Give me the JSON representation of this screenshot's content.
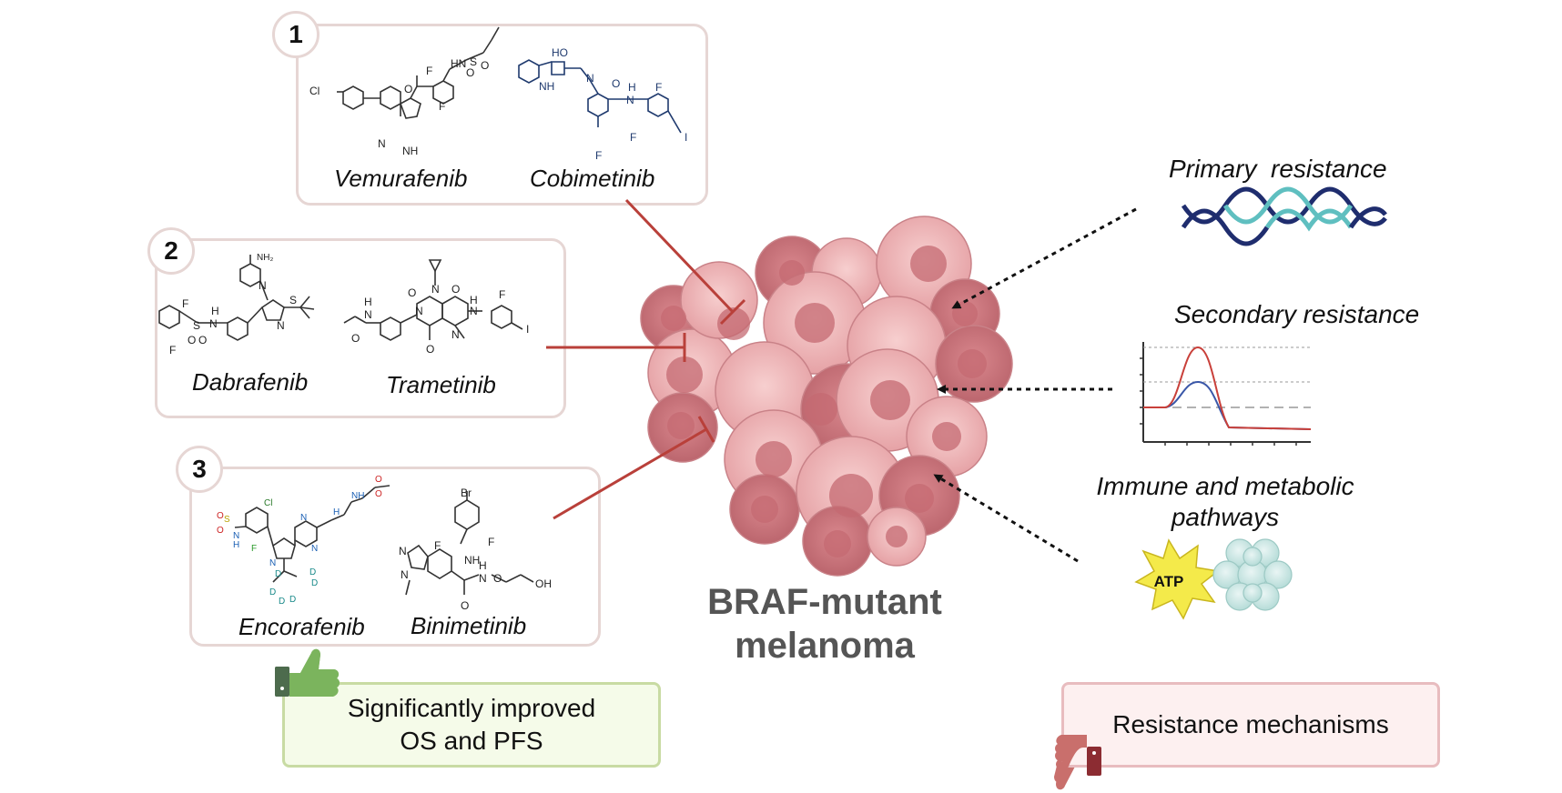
{
  "drug_groups": [
    {
      "number": "1",
      "drugs": [
        "Vemurafenib",
        "Cobimetinib"
      ]
    },
    {
      "number": "2",
      "drugs": [
        "Dabrafenib",
        "Trametinib"
      ]
    },
    {
      "number": "3",
      "drugs": [
        "Encorafenib",
        "Binimetinib"
      ]
    }
  ],
  "structure_labels": {
    "vemurafenib": [
      "Cl",
      "F",
      "F",
      "HN",
      "S",
      "O",
      "O",
      "O",
      "N",
      "NH"
    ],
    "cobimetinib": [
      "HO",
      "NH",
      "N",
      "O",
      "H",
      "N",
      "F",
      "F",
      "F",
      "I"
    ],
    "dabrafenib": [
      "NH₂",
      "F",
      "F",
      "H",
      "N",
      "S",
      "O",
      "O",
      "N",
      "S",
      "N"
    ],
    "trametinib": [
      "H",
      "N",
      "O",
      "O",
      "N",
      "N",
      "O",
      "H",
      "N",
      "F",
      "I",
      "N",
      "O"
    ],
    "encorafenib": [
      "Cl",
      "O",
      "S",
      "O",
      "N",
      "H",
      "F",
      "N",
      "N",
      "N",
      "H",
      "NH",
      "O",
      "O",
      "D",
      "D",
      "D",
      "D",
      "D",
      "D"
    ],
    "binimetinib": [
      "Br",
      "F",
      "F",
      "NH",
      "N",
      "N",
      "H",
      "N",
      "O",
      "OH",
      "O"
    ]
  },
  "tumor": {
    "line1": "BRAF-mutant",
    "line2": "melanoma"
  },
  "resistance": {
    "primary": "Primary  resistance",
    "secondary": "Secondary resistance",
    "immune_line1": "Immune and metabolic",
    "immune_line2": "pathways",
    "atp": "ATP"
  },
  "outcomes": {
    "positive_line1": "Significantly improved",
    "positive_line2": "OS and PFS",
    "negative": "Resistance mechanisms"
  },
  "icons": [
    "thumbs-up-icon",
    "thumbs-down-icon",
    "dna-helix-icon",
    "line-graph-icon",
    "atp-burst-icon",
    "cell-cluster-icon",
    "tumor-cells-icon",
    "inhibition-line-icon",
    "dotted-arrow-icon"
  ],
  "colors": {
    "box_border": "#e6d6d4",
    "inhibitor_red": "#b9403a",
    "positive_box": "#f5fbe9",
    "positive_border": "#c8dba3",
    "negative_box": "#fdf0f0",
    "negative_border": "#e8bcbf",
    "thumb_green": "#7bb45d",
    "thumb_red": "#c96f6c",
    "tumor_pink": "#e8a4a6",
    "tumor_dark": "#c5737a",
    "dna_navy": "#1f2d6e",
    "dna_teal": "#5fbfc0",
    "graph_red": "#c9403a",
    "graph_blue": "#3a57a8"
  }
}
